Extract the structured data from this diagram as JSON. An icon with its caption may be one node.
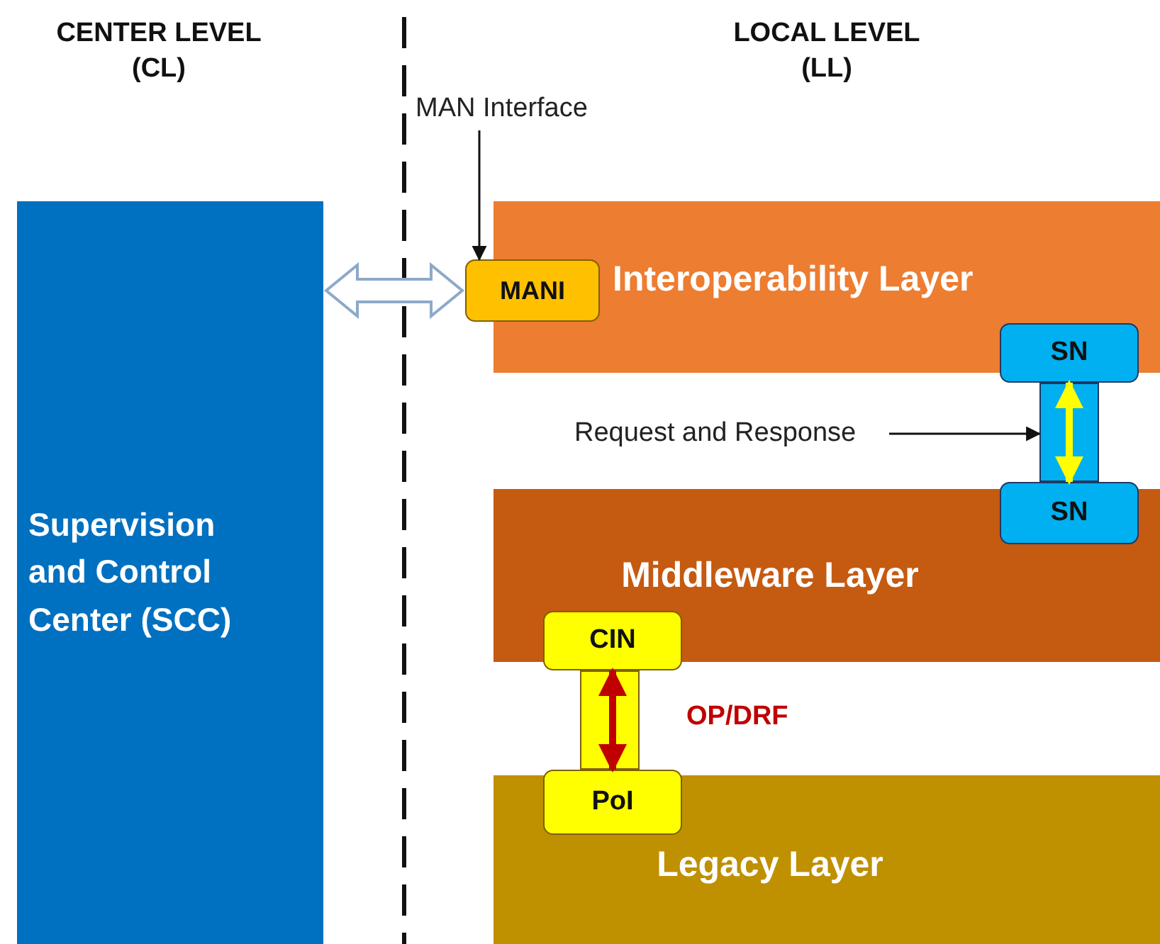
{
  "diagram": {
    "nodes": [
      {
        "text": [
          "Supervision and Control Center (SCC)"
        ]
      },
      {
        "text": [
          "Interoperability Layer"
        ]
      },
      {
        "text": [
          "MANI"
        ]
      },
      {
        "text": [
          "SN"
        ]
      },
      {
        "text": [
          "Middleware Layer"
        ]
      },
      {
        "text": [
          "SN"
        ]
      },
      {
        "text": [
          "CIN"
        ]
      },
      {
        "text": [
          "Legacy Layer"
        ]
      },
      {
        "text": [
          "PoI"
        ]
      },
      {
        "text": [
          "MAN Interface"
        ]
      },
      {
        "text": [
          "Request and Response"
        ]
      }
    ],
    "edges": [
      {
        "from": 9,
        "to": 2,
        "arrow": "to"
      },
      {
        "from": 0,
        "to": 2,
        "arrow": "both",
        "style": "thick",
        "color": "#8ea9c8"
      },
      {
        "from": 3,
        "to": 5,
        "arrow": "both",
        "style": "thick",
        "color": "#ffff00"
      },
      {
        "from": 10,
        "to": null,
        "arrow": "to"
      },
      {
        "from": 6,
        "to": 8,
        "arrow": "both",
        "style": "thick",
        "color": "#c00000",
        "label": "OP/DRF"
      }
    ],
    "labels": [
      "CENTER LEVEL (CL)",
      "LOCAL LEVEL (LL)"
    ]
  }
}
